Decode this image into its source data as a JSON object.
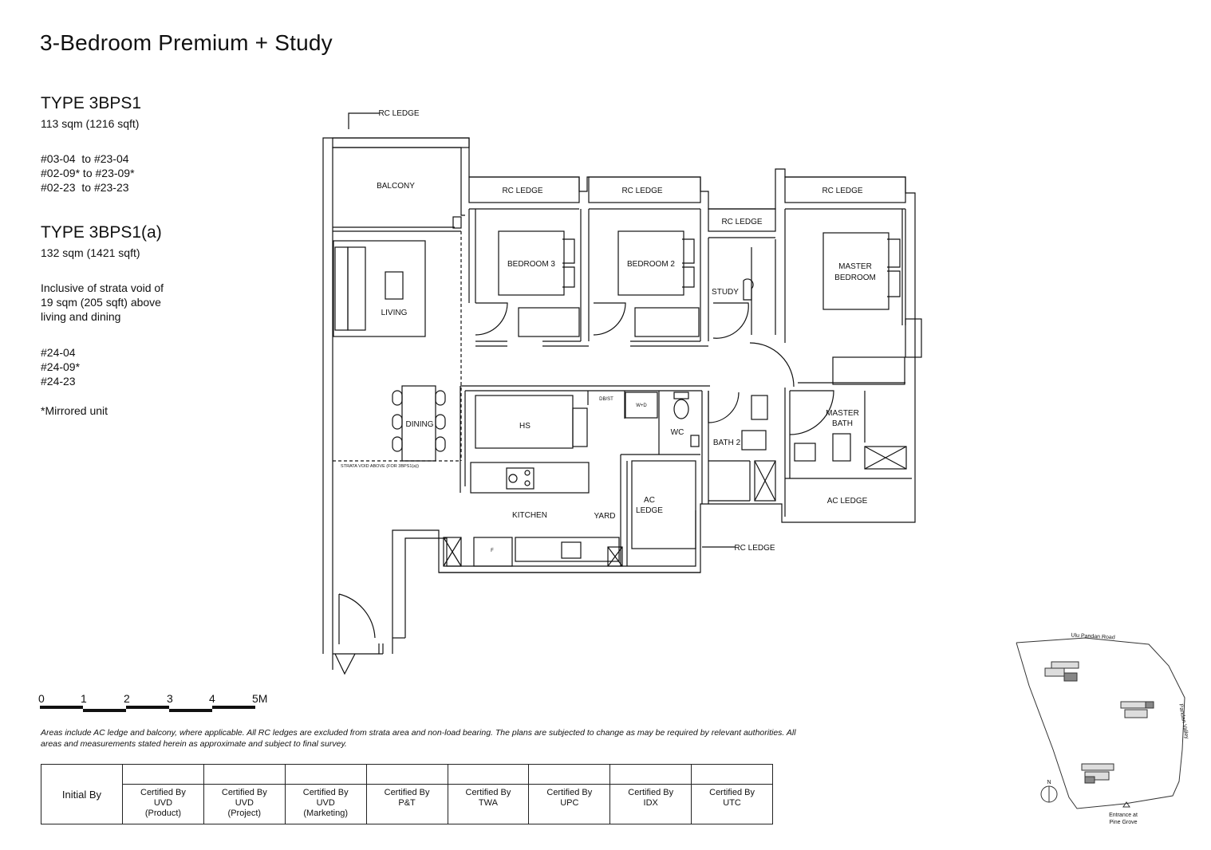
{
  "title": "3-Bedroom Premium + Study",
  "types": [
    {
      "name": "TYPE 3BPS1",
      "area": "113 sqm (1216 sqft)",
      "units": [
        "#03-04  to #23-04",
        "#02-09* to #23-09*",
        "#02-23  to #23-23"
      ]
    },
    {
      "name": "TYPE 3BPS1(a)",
      "area": "132 sqm (1421 sqft)",
      "description": [
        "Inclusive of strata void of",
        "19 sqm (205 sqft) above",
        "living and dining"
      ],
      "units": [
        "#24-04",
        "#24-09*",
        "#24-23"
      ]
    }
  ],
  "mirrored_note": "*Mirrored unit",
  "scale": {
    "ticks": [
      "0",
      "1",
      "2",
      "3",
      "4",
      "5M"
    ]
  },
  "disclaimer": "Areas include AC ledge and balcony, where applicable. All RC ledges are excluded from strata area and non-load bearing. The plans are subjected to change as may be required by relevant authorities. All areas and measurements stated herein as approximate and subject to final survey.",
  "certification": {
    "initial_label": "Initial By",
    "columns": [
      "Certified By\nUVD\n(Product)",
      "Certified By\nUVD\n(Project)",
      "Certified By\nUVD\n(Marketing)",
      "Certified By\nP&T",
      "Certified By\nTWA",
      "Certified By\nUPC",
      "Certified By\nIDX",
      "Certified By\nUTC"
    ]
  },
  "floorplan_labels": {
    "rc_ledge_top": "RC LEDGE",
    "balcony": "BALCONY",
    "rc_ledge_bed3": "RC LEDGE",
    "rc_ledge_bed2": "RC LEDGE",
    "rc_ledge_study": "RC LEDGE",
    "rc_ledge_master": "RC LEDGE",
    "living": "LIVING",
    "bedroom3": "BEDROOM 3",
    "bedroom2": "BEDROOM 2",
    "study": "STUDY",
    "master_bedroom_1": "MASTER",
    "master_bedroom_2": "BEDROOM",
    "dining": "DINING",
    "hs": "HS",
    "db_st": "DB/ST",
    "w_d": "W+D",
    "wc": "WC",
    "bath2": "BATH 2",
    "master_bath_1": "MASTER",
    "master_bath_2": "BATH",
    "strata_void": "STRATA VOID ABOVE (FOR 3BPS1(a))",
    "kitchen": "KITCHEN",
    "yard": "YARD",
    "ac_ledge_1": "AC",
    "ac_ledge_2": "LEDGE",
    "ac_ledge_right": "AC LEDGE",
    "rc_ledge_yard": "RC LEDGE",
    "fridge": "F"
  },
  "site_plan": {
    "road_top": "Ulu Pandan Road",
    "road_right": "Pandan Valley",
    "entrance_1": "Entrance at",
    "entrance_2": "Pine Grove",
    "north": "N"
  }
}
